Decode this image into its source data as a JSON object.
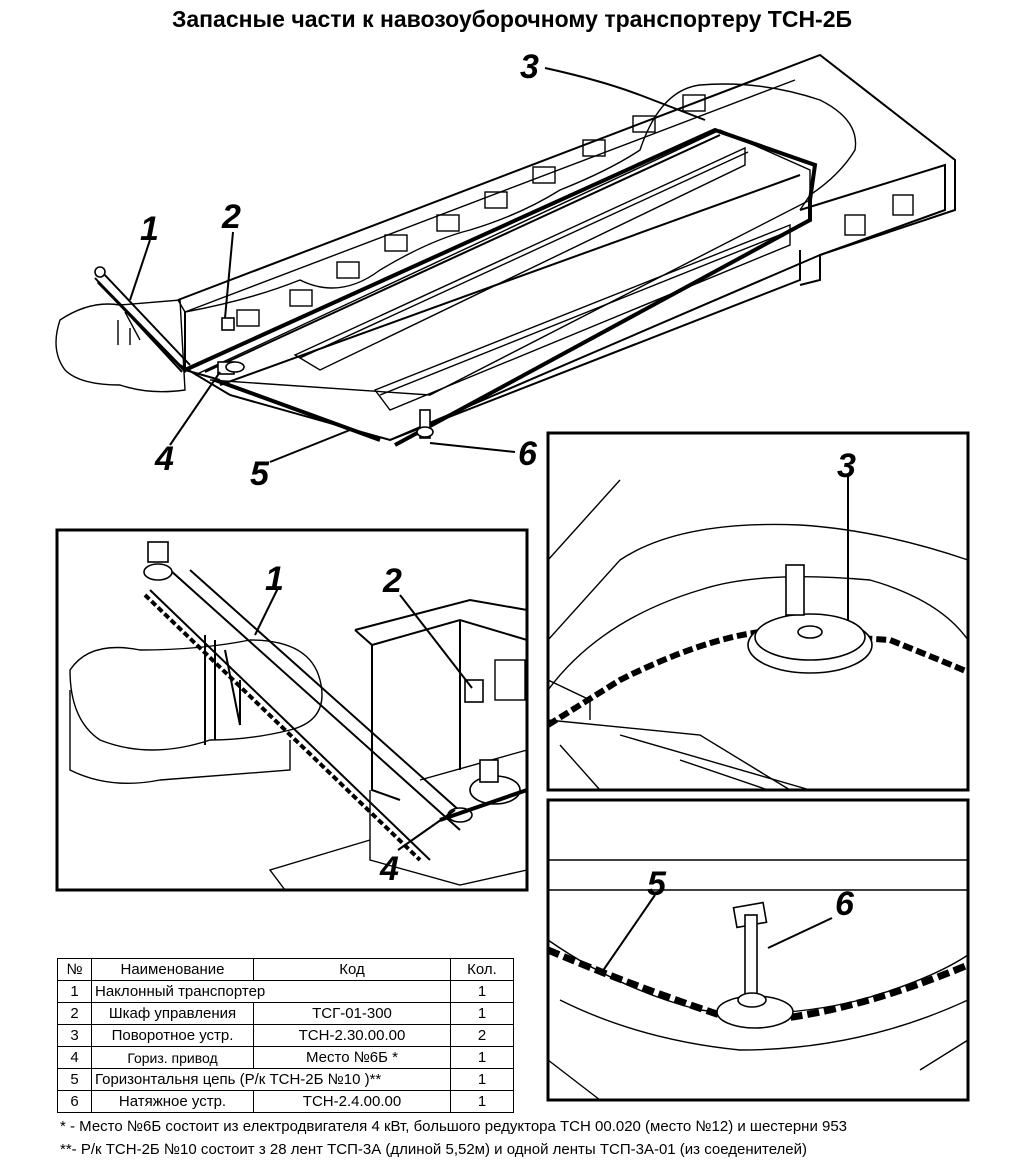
{
  "title": "Запасные части к навозоуборочному транспортеру ТСН-2Б",
  "callouts": {
    "main": [
      "1",
      "2",
      "3",
      "4",
      "5",
      "6"
    ],
    "detail_left": [
      "1",
      "2",
      "4"
    ],
    "detail_top_right": [
      "3"
    ],
    "detail_bottom_right": [
      "5",
      "6"
    ]
  },
  "table": {
    "headers": [
      "№",
      "Наименование",
      "Код",
      "Кол."
    ],
    "rows": [
      {
        "num": "1",
        "name": "Наклонный транспортер",
        "code": "",
        "qty": "1",
        "merged": true
      },
      {
        "num": "2",
        "name": "Шкаф управления",
        "code": "ТСГ-01-300",
        "qty": "1"
      },
      {
        "num": "3",
        "name": "Поворотное устр.",
        "code": "ТСН-2.30.00.00",
        "qty": "2"
      },
      {
        "num": "4",
        "name": "Гориз. привод",
        "code": "Место №6Б *",
        "qty": "1"
      },
      {
        "num": "5",
        "name": "Горизонтальня  цепь (Р/к ТСН-2Б №10 )**",
        "code": "",
        "qty": "1",
        "merged": true
      },
      {
        "num": "6",
        "name": "Натяжное устр.",
        "code": "ТСН-2.4.00.00",
        "qty": "1"
      }
    ]
  },
  "notes": [
    "* - Место №6Б состоит из електродвигателя 4 кВт, большого редуктора ТСН 00.020 (место №12) и шестерни 953",
    "**- Р/к ТСН-2Б №10 состоит з 28 лент ТСП-3А (длиной 5,52м) и одной ленты ТСП-3А-01 (из соеденителей)"
  ]
}
